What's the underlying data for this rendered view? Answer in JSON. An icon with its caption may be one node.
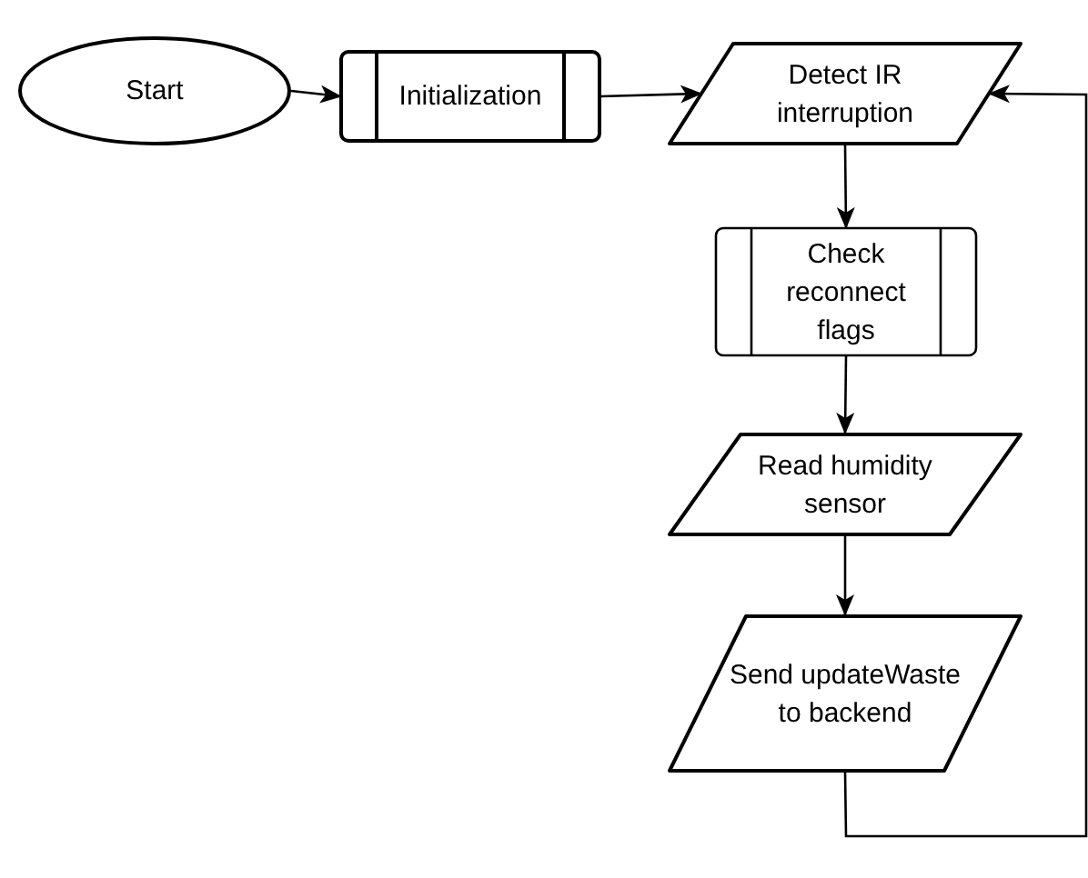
{
  "diagram": {
    "nodes": [
      {
        "text": [
          "Start"
        ]
      },
      {
        "text": [
          "Initialization"
        ]
      },
      {
        "text": [
          "Detect IR interruption"
        ]
      },
      {
        "text": [
          "Check reconnect flags"
        ]
      },
      {
        "text": [
          "Read humidity sensor"
        ]
      },
      {
        "text": [
          "Send updateWaste to backend"
        ]
      }
    ],
    "edges": [
      {
        "from": 0,
        "to": 1,
        "arrow": "to"
      },
      {
        "from": 1,
        "to": 2,
        "arrow": "to"
      },
      {
        "from": 2,
        "to": 3,
        "arrow": "to"
      },
      {
        "from": 3,
        "to": 4,
        "arrow": "to"
      },
      {
        "from": 4,
        "to": 5,
        "arrow": "to"
      },
      {
        "from": 5,
        "to": 2,
        "arrow": "to"
      }
    ]
  }
}
